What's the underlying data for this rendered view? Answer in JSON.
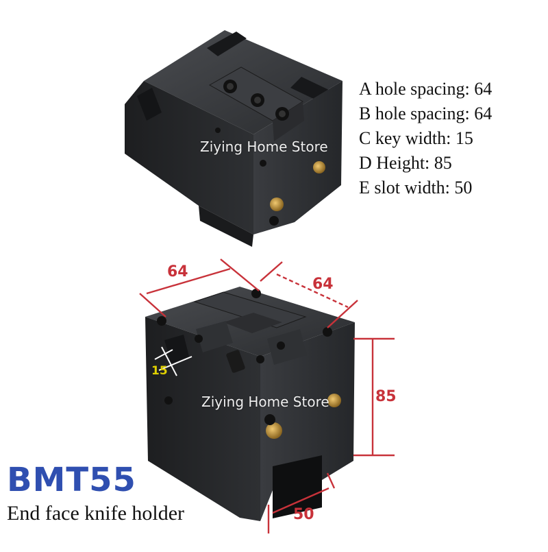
{
  "specs": [
    "A hole spacing: 64",
    "B hole spacing: 64",
    "C key width: 15",
    "D Height: 85",
    "E slot width: 50"
  ],
  "watermark": "Ziying Home Store",
  "model": "BMT55",
  "subtitle": "End face knife holder",
  "dimensions": {
    "a": "64",
    "b": "64",
    "c": "15",
    "d": "85",
    "e": "50"
  },
  "colors": {
    "dimension_line": "#c8323a",
    "model_text": "#2f4fb0",
    "body": "#2b2d30",
    "brass": "#b8892f"
  }
}
